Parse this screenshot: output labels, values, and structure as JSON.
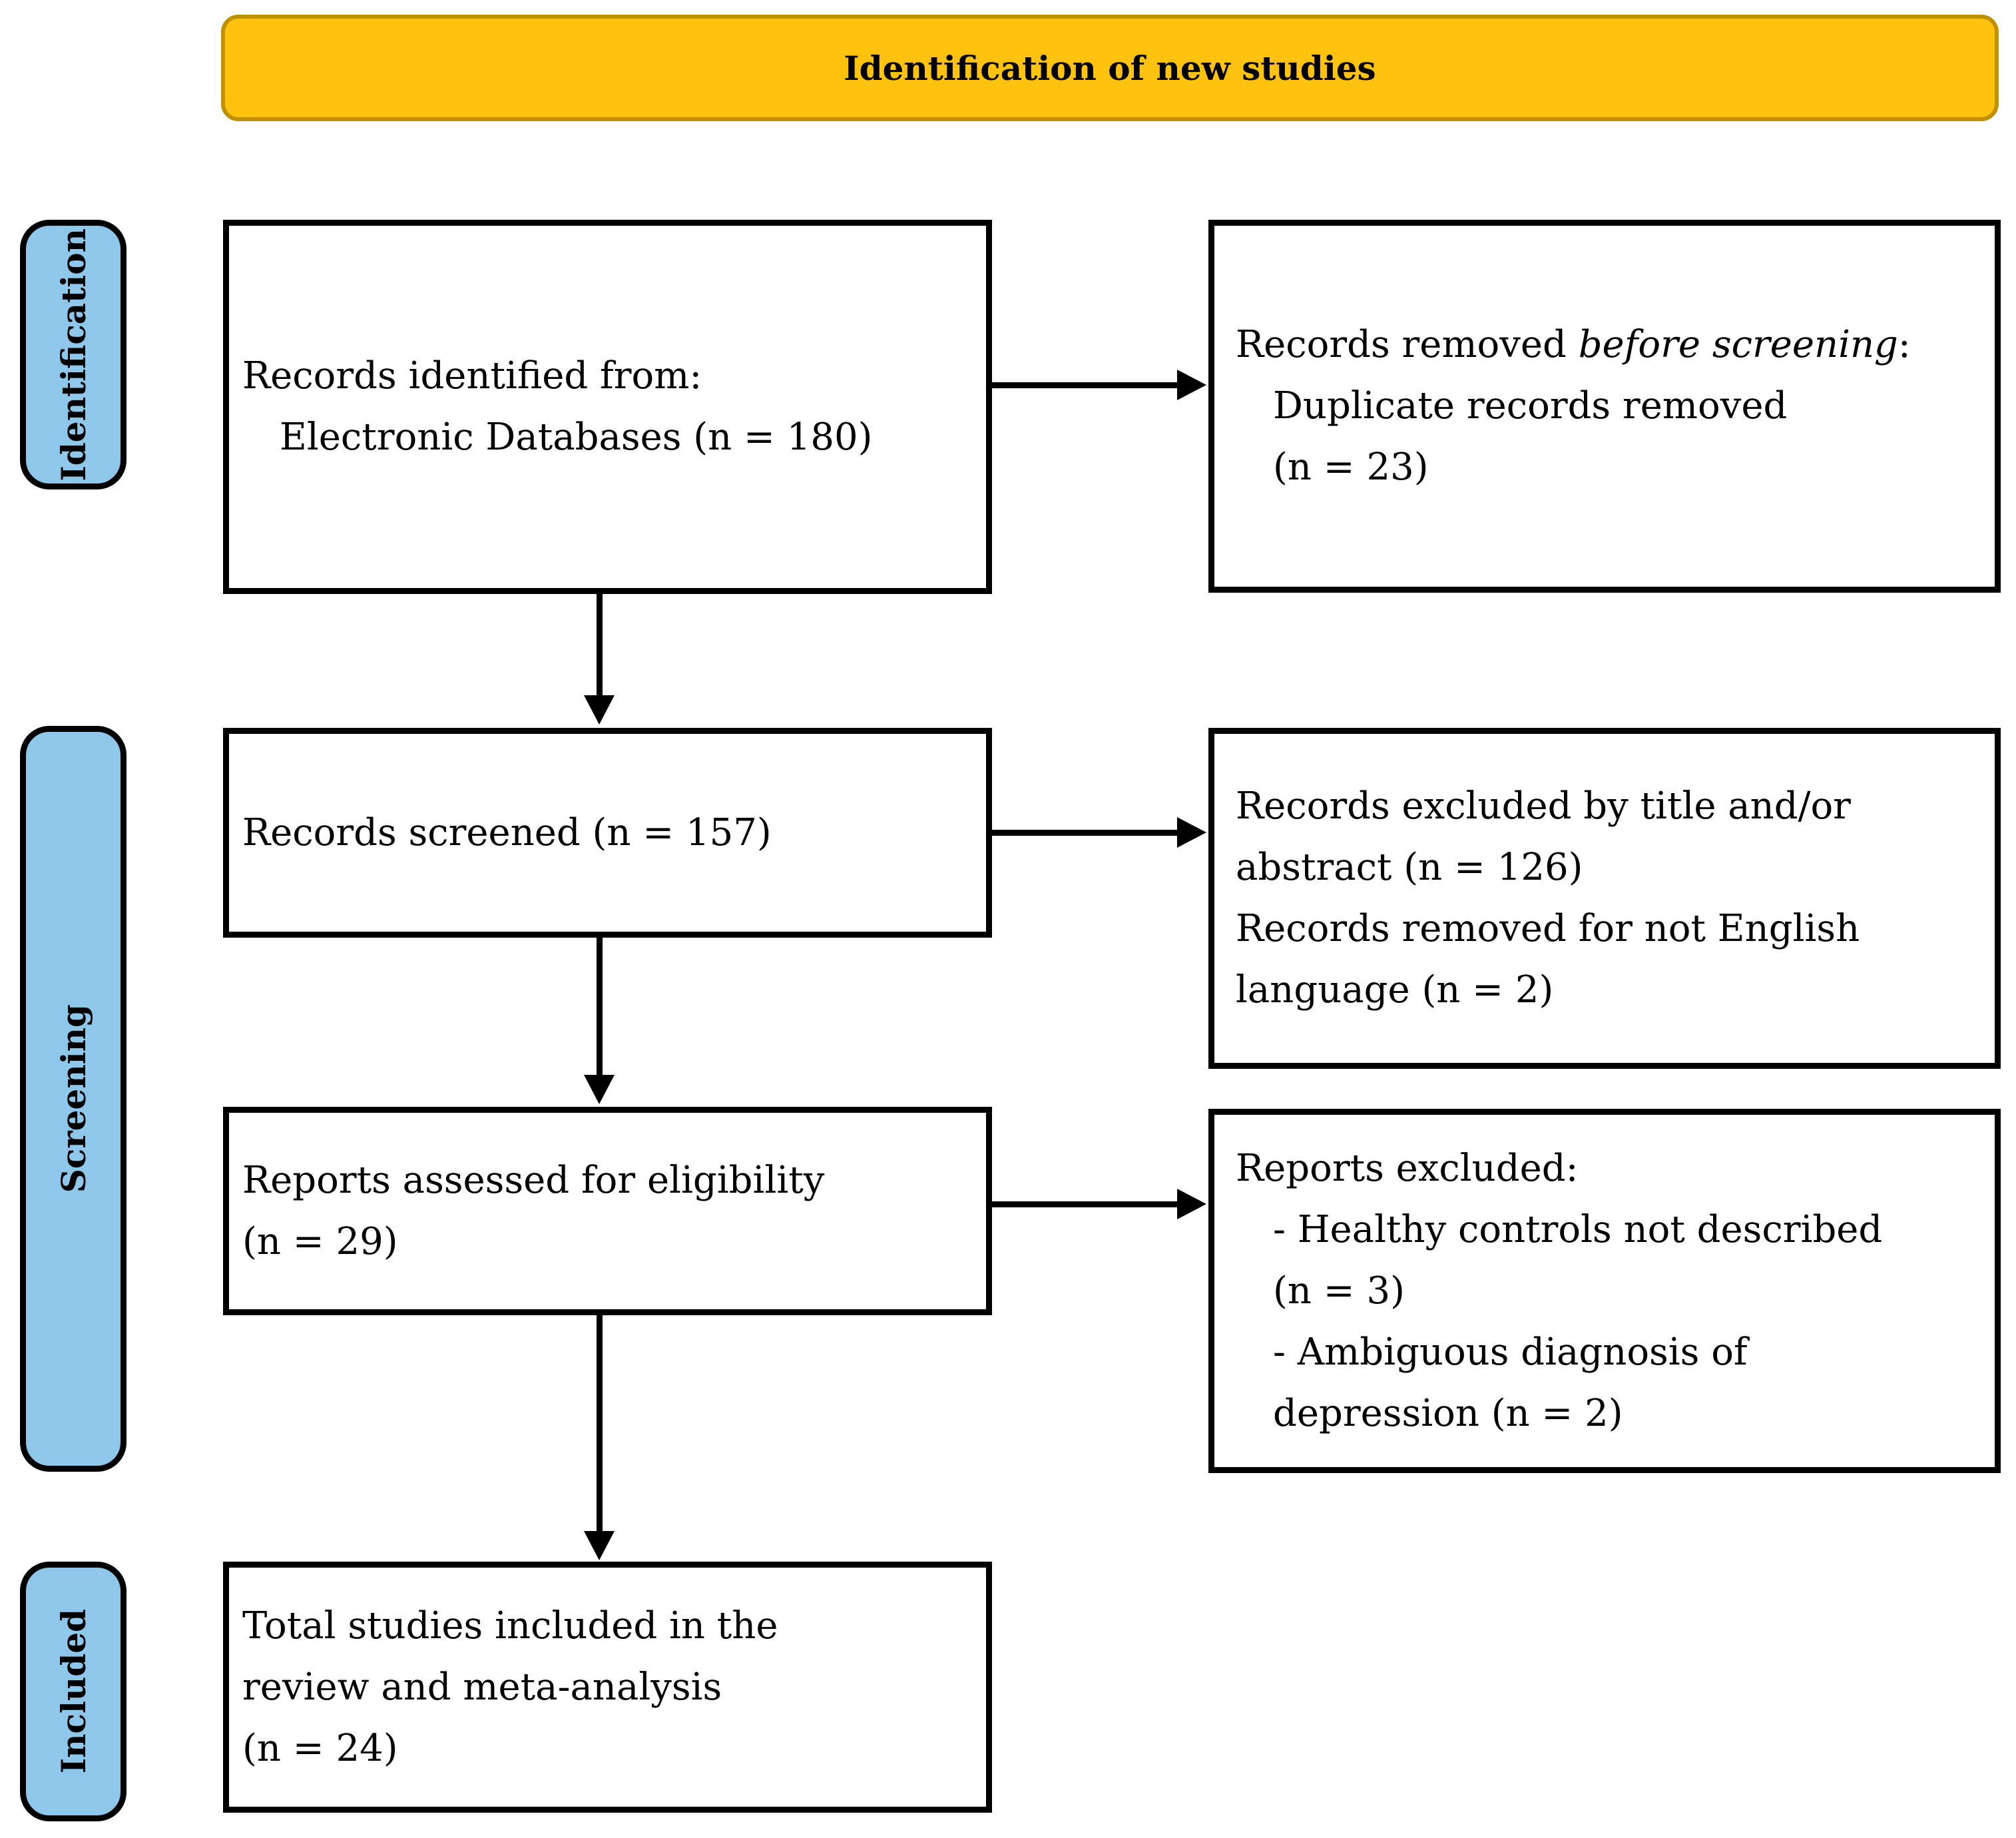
{
  "title": {
    "text": "Identification of new studies"
  },
  "colors": {
    "banner_fill": "#FFC20E",
    "banner_border": "#BF9000",
    "stage_fill": "#8EC7EA",
    "box_border": "#000000",
    "arrow": "#000000",
    "text": "#000000"
  },
  "stages": [
    {
      "label": "Identification"
    },
    {
      "label": "Screening"
    },
    {
      "label": "Included"
    }
  ],
  "boxes": {
    "records_identified": {
      "lines": [
        {
          "text": "Records identified from:"
        },
        {
          "text": "Electronic Databases (n = 180)"
        }
      ]
    },
    "records_removed": {
      "line1": {
        "pre": "Records removed ",
        "italic": "before screening",
        "post": ":"
      },
      "lines": [
        {
          "text": "Duplicate records removed"
        },
        {
          "text": "(n = 23)"
        }
      ]
    },
    "records_screened": {
      "lines": [
        {
          "text": "Records screened (n = 157)"
        }
      ]
    },
    "records_excluded": {
      "lines": [
        {
          "text": "Records excluded by title and/or"
        },
        {
          "text": "abstract (n = 126)"
        },
        {
          "text": "Records removed for not English"
        },
        {
          "text": "language (n = 2)"
        }
      ]
    },
    "reports_assessed": {
      "lines": [
        {
          "text": "Reports assessed for eligibility"
        },
        {
          "text": "(n = 29)"
        }
      ]
    },
    "reports_excluded": {
      "lines": [
        {
          "text": "Reports excluded:"
        },
        {
          "text": "- Healthy controls not described"
        },
        {
          "text": "(n = 3)"
        },
        {
          "text": "- Ambiguous diagnosis of"
        },
        {
          "text": "depression (n = 2)"
        }
      ]
    },
    "total_included": {
      "lines": [
        {
          "text": "Total studies included in the"
        },
        {
          "text": "review and meta-analysis"
        },
        {
          "text": "(n = 24)"
        }
      ]
    }
  }
}
